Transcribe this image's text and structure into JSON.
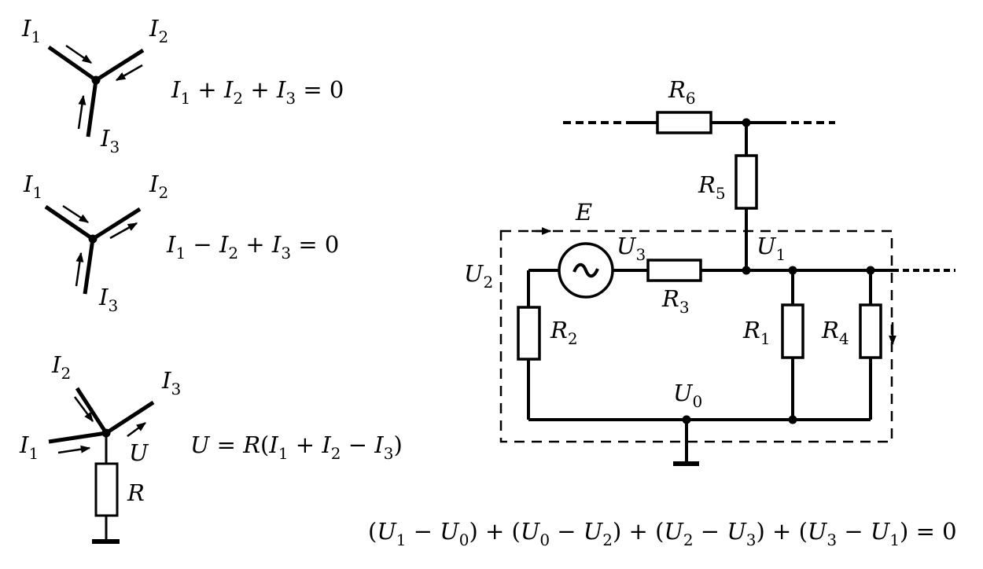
{
  "junction_a": {
    "label_i1": "I",
    "sub_i1": "1",
    "label_i2": "I",
    "sub_i2": "2",
    "label_i3": "I",
    "sub_i3": "3",
    "eq": {
      "i1": "I",
      "s1": "1",
      "op1": " + ",
      "i2": "I",
      "s2": "2",
      "op2": " + ",
      "i3": "I",
      "s3": "3",
      "rhs": " = 0"
    }
  },
  "junction_b": {
    "label_i1": "I",
    "sub_i1": "1",
    "label_i2": "I",
    "sub_i2": "2",
    "label_i3": "I",
    "sub_i3": "3",
    "eq": {
      "i1": "I",
      "s1": "1",
      "op1": " − ",
      "i2": "I",
      "s2": "2",
      "op2": " + ",
      "i3": "I",
      "s3": "3",
      "rhs": " = 0"
    }
  },
  "junction_c": {
    "label_i1": "I",
    "sub_i1": "1",
    "label_i2": "I",
    "sub_i2": "2",
    "label_i3": "I",
    "sub_i3": "3",
    "label_u": "U",
    "label_r": "R",
    "eq": {
      "lhs": "U",
      "mid": " = ",
      "r": "R",
      "open": "(",
      "i1": "I",
      "s1": "1",
      "op1": " + ",
      "i2": "I",
      "s2": "2",
      "op2": " − ",
      "i3": "I",
      "s3": "3",
      "close": ")"
    }
  },
  "circuit": {
    "r6": "R",
    "r6_sub": "6",
    "r5": "R",
    "r5_sub": "5",
    "r3": "R",
    "r3_sub": "3",
    "r2": "R",
    "r2_sub": "2",
    "r1": "R",
    "r1_sub": "1",
    "r4": "R",
    "r4_sub": "4",
    "e": "E",
    "u0": "U",
    "u0_sub": "0",
    "u1": "U",
    "u1_sub": "1",
    "u2": "U",
    "u2_sub": "2",
    "u3": "U",
    "u3_sub": "3",
    "source_symbol": "~"
  },
  "loop_equation": {
    "p1_open": "(",
    "a1": "U",
    "a1s": "1",
    "m1": " − ",
    "b1": "U",
    "b1s": "0",
    "p1_close": ")",
    "plus1": " + ",
    "p2_open": "(",
    "a2": "U",
    "a2s": "0",
    "m2": " − ",
    "b2": "U",
    "b2s": "2",
    "p2_close": ")",
    "plus2": " + ",
    "p3_open": "(",
    "a3": "U",
    "a3s": "2",
    "m3": " − ",
    "b3": "U",
    "b3s": "3",
    "p3_close": ")",
    "plus3": " + ",
    "p4_open": "(",
    "a4": "U",
    "a4s": "3",
    "m4": " − ",
    "b4": "U",
    "b4s": "1",
    "p4_close": ")",
    "rhs": " = 0"
  }
}
